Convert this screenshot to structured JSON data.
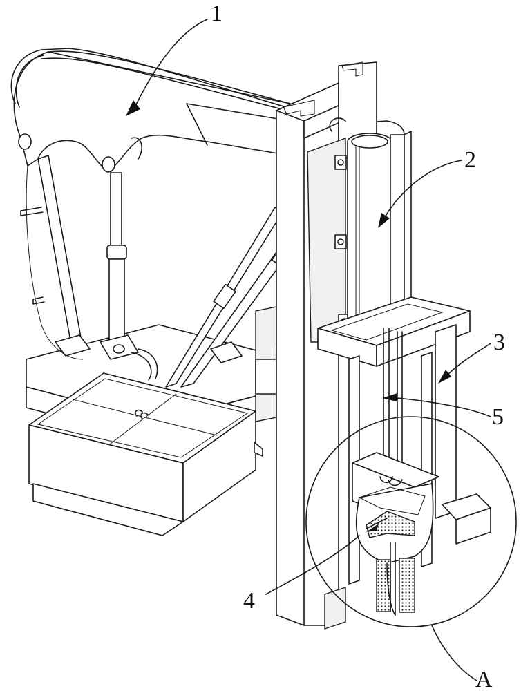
{
  "figure": {
    "labels": [
      "1",
      "2",
      "3",
      "4",
      "5",
      "A"
    ]
  }
}
